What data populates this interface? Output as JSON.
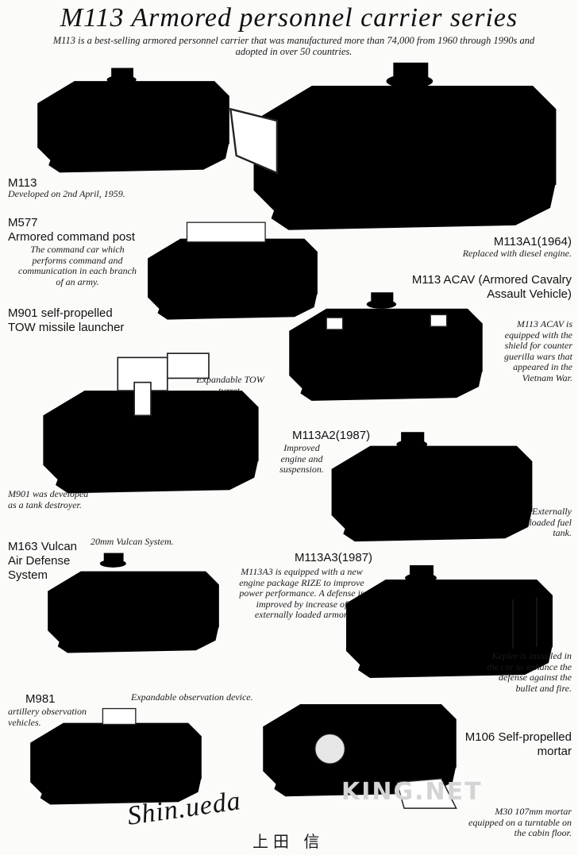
{
  "title": "M113 Armored personnel carrier series",
  "intro": "M113 is a best-selling armored personnel carrier that was manufactured more than 74,000 from 1960 through 1990s and adopted in over 50 countries.",
  "vehicles": {
    "m113": {
      "name": "M113",
      "desc": "Developed on 2nd April, 1959."
    },
    "m113a1": {
      "name": "M113A1(1964)",
      "desc": "Replaced with diesel engine."
    },
    "m577": {
      "name": "M577",
      "subtitle": "Armored command post",
      "desc": "The command car which performs command and communication in each branch of an army."
    },
    "acav": {
      "name": "M113 ACAV (Armored Cavalry Assault Vehicle)",
      "desc": "M113 ACAV is equipped with the shield for counter guerilla wars that appeared in the Vietnam War."
    },
    "m901": {
      "name": "M901 self-propelled TOW missile launcher",
      "note": "Expandable TOW turret.",
      "desc": "M901 was developed as a tank destroyer."
    },
    "m113a2": {
      "name": "M113A2(1987)",
      "desc": "Improved engine and suspension.",
      "note": "Externally loaded fuel tank."
    },
    "m163": {
      "name": "M163 Vulcan Air Defense System",
      "note": "20mm Vulcan System."
    },
    "m113a3": {
      "name": "M113A3(1987)",
      "desc": "M113A3 is equipped with a new engine package RIZE to improve power performance. A defense is improved by increase of externally loaded armor.",
      "note": "Kepler is installed in the car to enhance the defense against the bullet and fire."
    },
    "m981": {
      "name": "M981",
      "desc": "artillery observation vehicles.",
      "note": "Expandable observation device."
    },
    "m106": {
      "name": "M106 Self-propelled mortar",
      "desc": "M30 107mm mortar equipped on a turntable on the cabin floor."
    }
  },
  "signature": "Shin.ueda",
  "signature_kanji": "上田 信",
  "watermark": "KING.NET"
}
